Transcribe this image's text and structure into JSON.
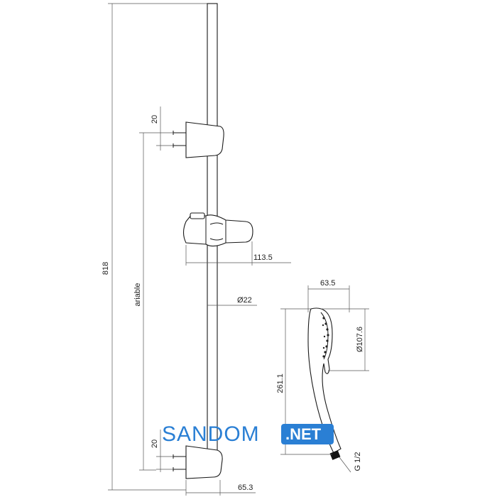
{
  "dimensions": {
    "total_height": "818",
    "bracket_top_height": "20",
    "bracket_bottom_height": "20",
    "slider_depth": "113.5",
    "bar_diameter": "Ø22",
    "variable_label": "ariable",
    "bottom_depth": "65.3",
    "head_width": "63.5",
    "head_diameter": "Ø107.6",
    "handle_length": "261.1",
    "thread": "G 1/2"
  },
  "watermark": {
    "brand": "SANDOM",
    "suffix": ".NET",
    "brand_color": "#2a7fd4"
  }
}
